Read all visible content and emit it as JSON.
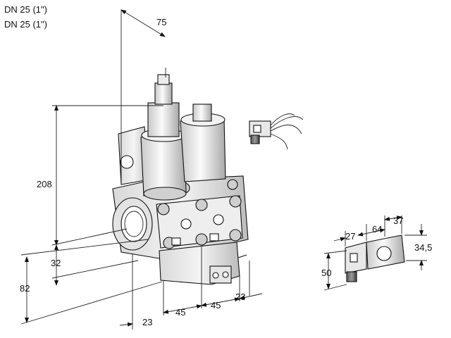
{
  "header": {
    "line1": "DN 25 (1\")",
    "line2": "DN 25 (1\")"
  },
  "dimensions": {
    "main": {
      "top_width": "75",
      "height_total": "208",
      "height_inlet": "32",
      "height_base": "82",
      "offset_left": "23",
      "spacing_1": "45",
      "spacing_2": "45",
      "offset_right": "23"
    },
    "connector": {
      "d27": "27",
      "d64": "64",
      "d37": "37",
      "d34_5": "34,5",
      "d50": "50"
    }
  }
}
